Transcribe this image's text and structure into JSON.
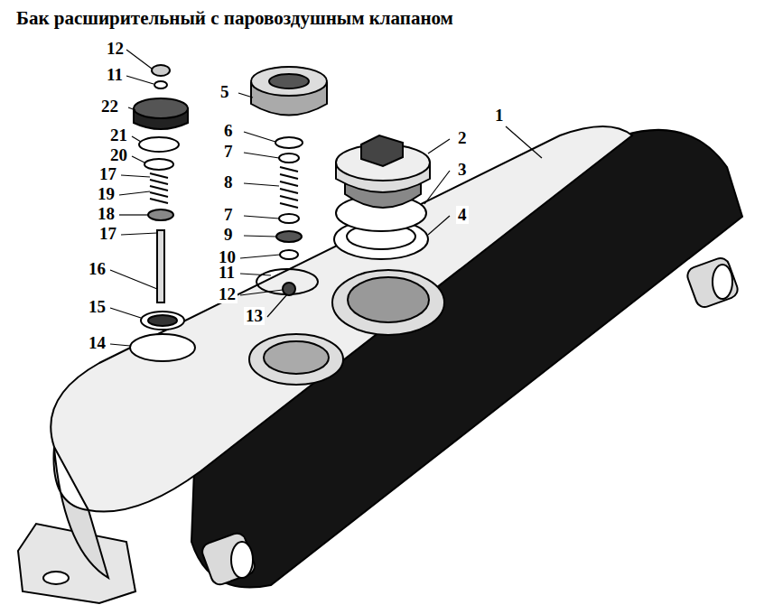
{
  "diagram": {
    "title": "Бак расширительный с паровоздушным клапаном",
    "labels": [
      "12",
      "11",
      "22",
      "21",
      "20",
      "17",
      "19",
      "18",
      "17",
      "16",
      "15",
      "14",
      "5",
      "6",
      "7",
      "8",
      "7",
      "9",
      "10",
      "11",
      "12",
      "13",
      "2",
      "3",
      "4",
      "1"
    ]
  }
}
